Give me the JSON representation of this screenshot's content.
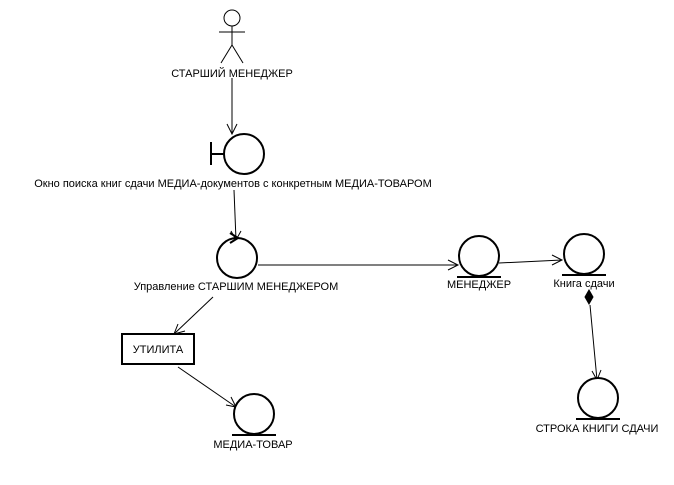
{
  "diagram": {
    "actor": {
      "label": "СТАРШИЙ МЕНЕДЖЕР"
    },
    "boundary": {
      "label": "Окно поиска книг сдачи МЕДИА-документов с конкретным МЕДИА-ТОВАРОМ"
    },
    "control": {
      "label": "Управление СТАРШИМ МЕНЕДЖЕРОМ"
    },
    "utility": {
      "label": "УТИЛИТА"
    },
    "entities": {
      "manager": {
        "label": "МЕНЕДЖЕР"
      },
      "book": {
        "label": "Книга сдачи"
      },
      "book_line": {
        "label": "СТРОКА КНИГИ СДАЧИ"
      },
      "media_item": {
        "label": "МЕДИА-ТОВАР"
      }
    }
  }
}
